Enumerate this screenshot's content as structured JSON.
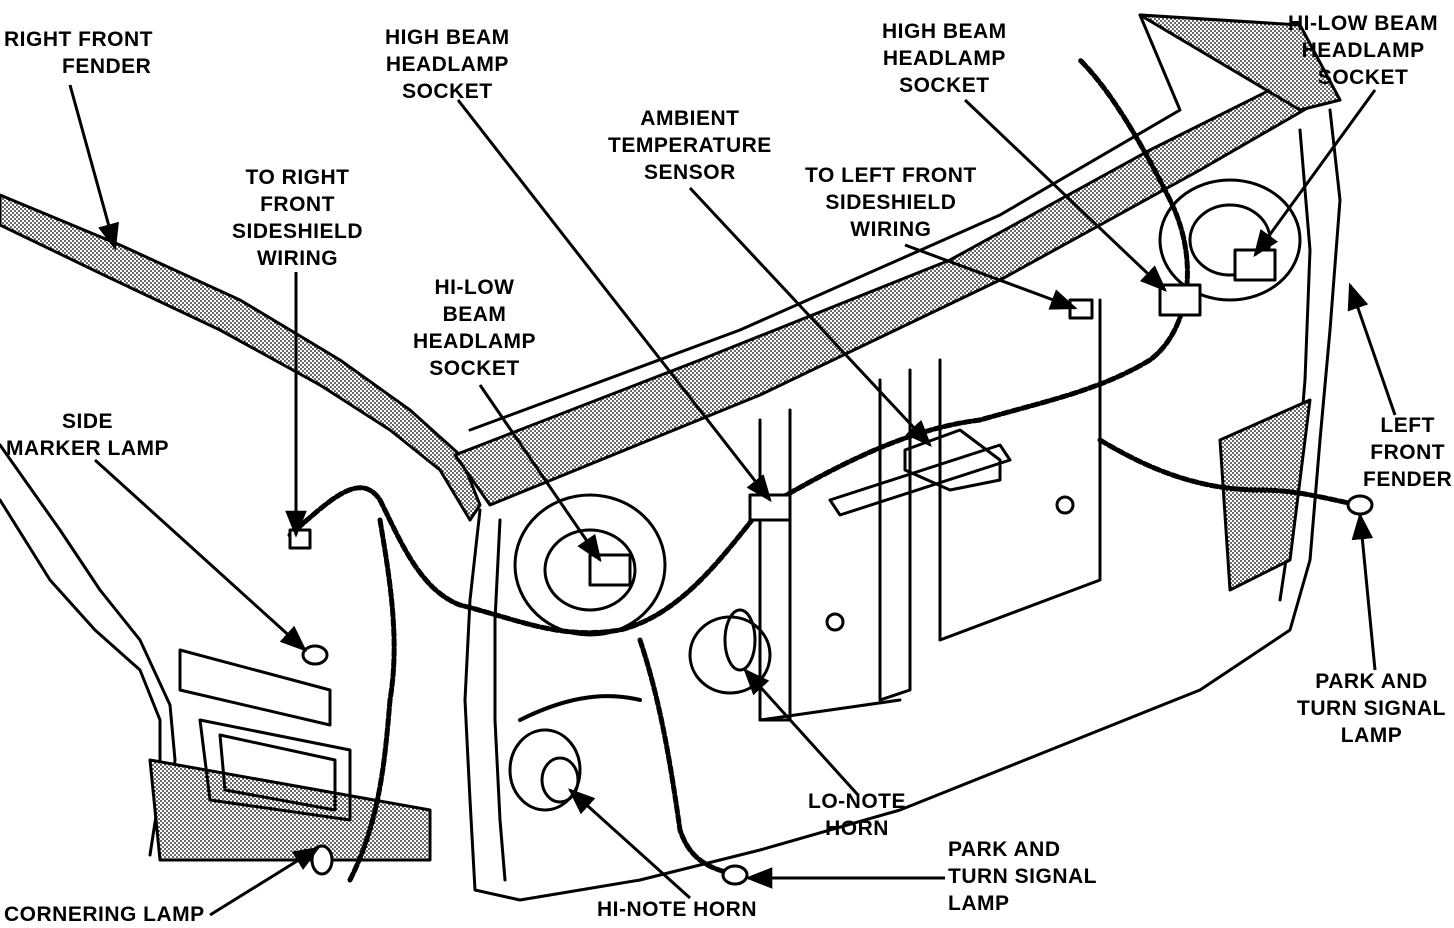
{
  "labels": {
    "right_front_fender": [
      "RIGHT FRONT",
      "FENDER"
    ],
    "high_beam_socket_center": [
      "HIGH BEAM",
      "HEADLAMP",
      "SOCKET"
    ],
    "high_beam_socket_right": [
      "HIGH BEAM",
      "HEADLAMP",
      "SOCKET"
    ],
    "hi_low_beam_socket_right": [
      "HI-LOW BEAM",
      "HEADLAMP",
      "SOCKET"
    ],
    "ambient_temperature_sensor": [
      "AMBIENT",
      "TEMPERATURE",
      "SENSOR"
    ],
    "to_right_front_sideshield": [
      "TO RIGHT",
      "FRONT",
      "SIDESHIELD",
      "WIRING"
    ],
    "to_left_front_sideshield": [
      "TO LEFT FRONT",
      "SIDESHIELD",
      "WIRING"
    ],
    "hi_low_beam_socket_center": [
      "HI-LOW",
      "BEAM",
      "HEADLAMP",
      "SOCKET"
    ],
    "side_marker_lamp": [
      "SIDE",
      "MARKER LAMP"
    ],
    "left_front_fender": [
      "LEFT",
      "FRONT",
      "FENDER"
    ],
    "park_turn_signal_right": [
      "PARK AND",
      "TURN SIGNAL",
      "LAMP"
    ],
    "lo_note_horn": [
      "LO-NOTE",
      "HORN"
    ],
    "park_turn_signal_bottom": [
      "PARK AND",
      "TURN SIGNAL",
      "LAMP"
    ],
    "cornering_lamp": [
      "CORNERING LAMP"
    ],
    "hi_note_horn": [
      "HI-NOTE HORN"
    ]
  },
  "colors": {
    "ink": "#000000",
    "paper": "#ffffff",
    "shade": "#bdbdbd"
  }
}
